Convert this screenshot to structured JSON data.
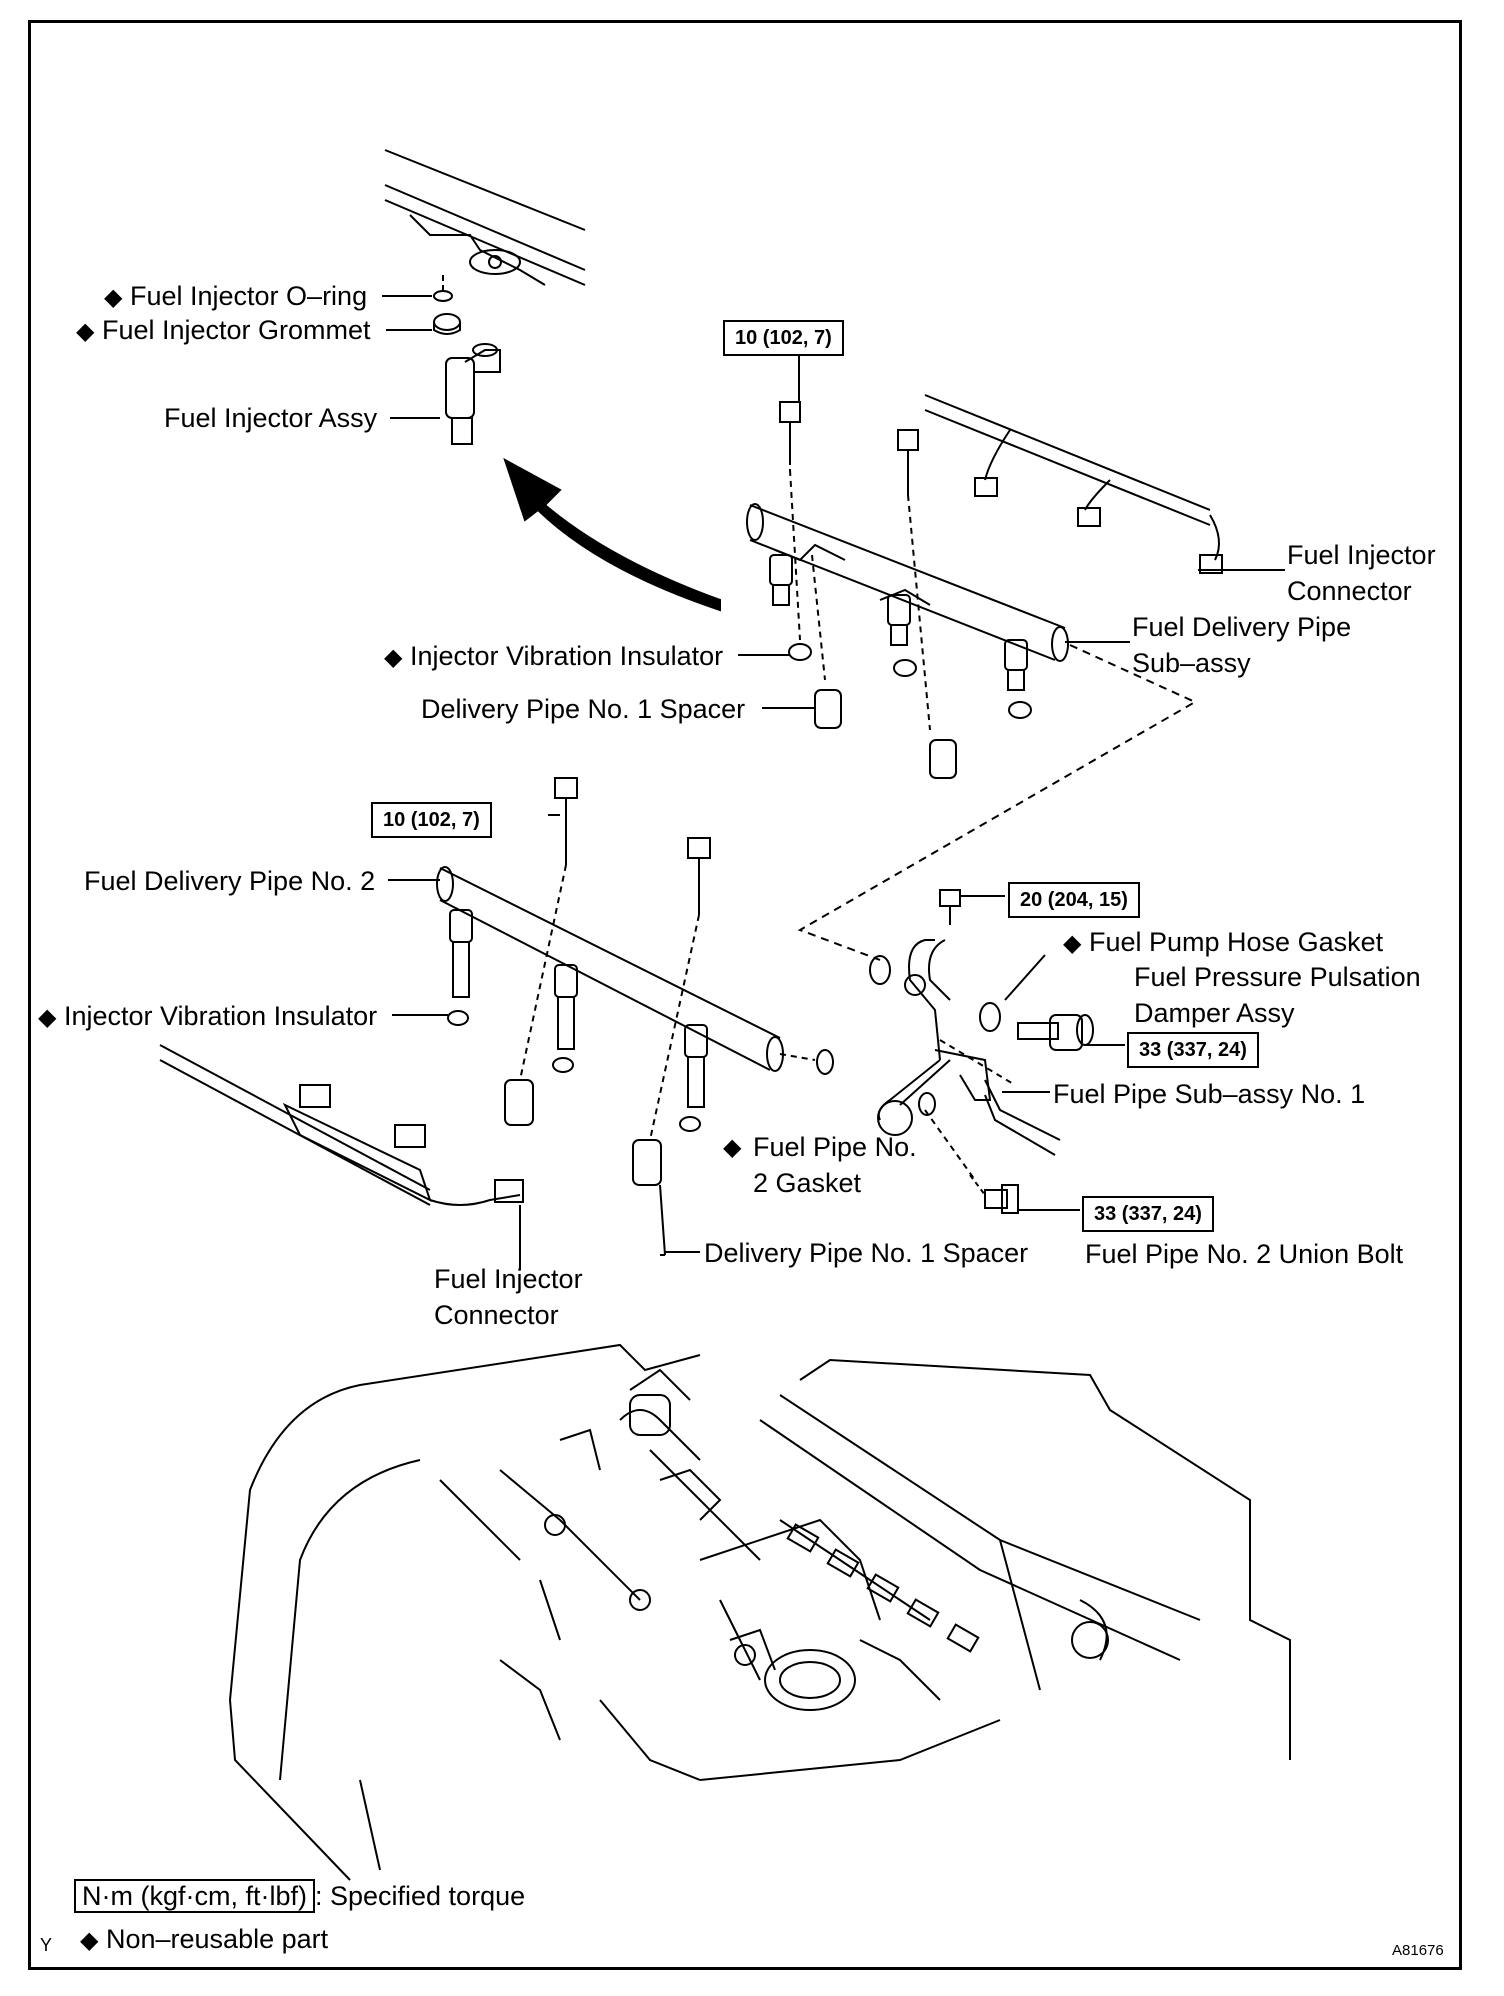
{
  "labels": {
    "o_ring": "Fuel Injector O–ring",
    "grommet": "Fuel Injector Grommet",
    "injector_assy": "Fuel Injector Assy",
    "injector_connector_top": "Fuel Injector Connector",
    "delivery_pipe_sub": "Fuel Delivery Pipe Sub–assy",
    "vib_insulator_top": "Injector Vibration Insulator",
    "spacer_top": "Delivery Pipe No. 1 Spacer",
    "delivery_pipe_no2": "Fuel Delivery Pipe No. 2",
    "vib_insulator_left": "Injector Vibration Insulator",
    "pump_hose_gasket": "Fuel Pump Hose Gasket",
    "damper": "Fuel Pressure Pulsation Damper Assy",
    "pipe_sub_no1": "Fuel Pipe Sub–assy No. 1",
    "pipe_no2_gasket": "Fuel Pipe No. 2 Gasket",
    "spacer_bottom": "Delivery Pipe No. 1 Spacer",
    "union_bolt": "Fuel Pipe No. 2 Union Bolt",
    "injector_connector_bottom": "Fuel Injector Connector"
  },
  "torques": {
    "t1": "10 (102, 7)",
    "t2": "10 (102, 7)",
    "t3": "20 (204, 15)",
    "t4": "33 (337, 24)",
    "t5": "33 (337, 24)"
  },
  "legend": {
    "torque_unit": "N·m (kgf·cm, ft·lbf)",
    "torque_text": ": Specified torque",
    "nonreusable_symbol": "◆",
    "nonreusable_text": "Non–reusable part"
  },
  "corner_letter": "Y",
  "figure_code": "A81676"
}
